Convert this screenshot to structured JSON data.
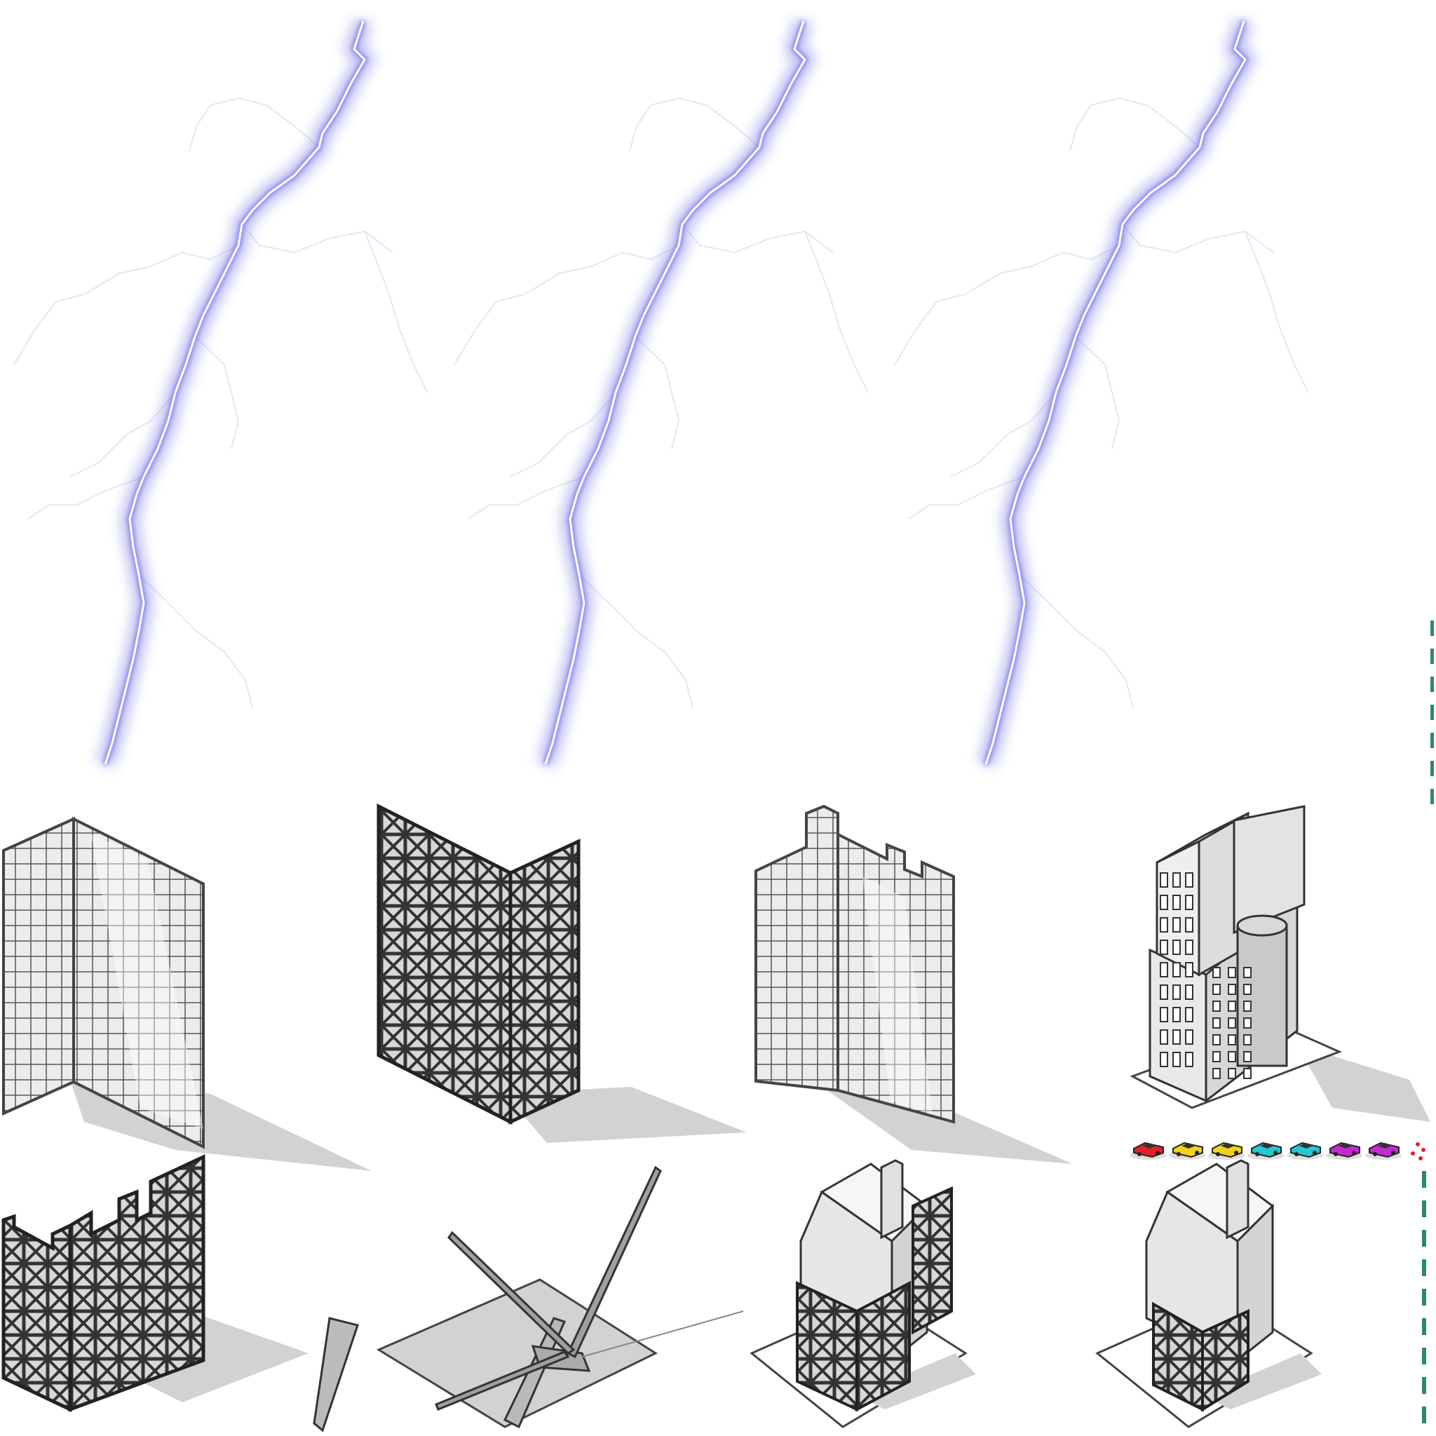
{
  "sheet": {
    "background": "#ffffff",
    "lightning": {
      "count": 3,
      "core_color": "#ffffff",
      "glow_color": "#6f6fe6",
      "branch_color": "#e4e6f7"
    },
    "buildings": {
      "frame_color": "#444444",
      "panel_light": "#f3f3f3",
      "panel_mid": "#d6d6d6",
      "shadow_color": "#d2d2d2",
      "items": [
        {
          "kind": "curtain-wall-corner"
        },
        {
          "kind": "braced-frame-corner"
        },
        {
          "kind": "curtain-wall-stepped"
        },
        {
          "kind": "tower-with-silo"
        },
        {
          "kind": "braced-frame-crenellated"
        },
        {
          "kind": "wind-turbine-fallen"
        },
        {
          "kind": "gabled-complex-braced"
        },
        {
          "kind": "gabled-complex"
        }
      ]
    },
    "cars": [
      {
        "color": "#e5202a"
      },
      {
        "color": "#f2d21a"
      },
      {
        "color": "#f2d21a"
      },
      {
        "color": "#22c9cf"
      },
      {
        "color": "#22c9cf"
      },
      {
        "color": "#c42ad0"
      },
      {
        "color": "#c42ad0"
      }
    ],
    "fragment_color": "#e5202a",
    "edge_strip_color": "#2e8a62"
  }
}
